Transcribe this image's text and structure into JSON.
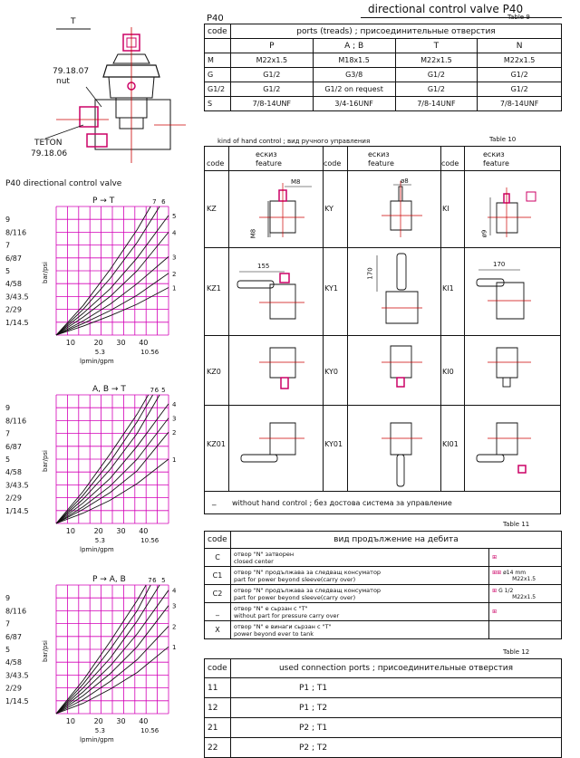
{
  "header": {
    "title": "directional control valve P40",
    "series": "P40",
    "table9_label": "Table 9"
  },
  "drawing": {
    "view_label": "T",
    "nut_code": "79.18.07",
    "nut_label": "nut",
    "teton_label": "TETON",
    "teton_code": "79.18.06"
  },
  "table9": {
    "code_header": "code",
    "title": "ports (treads) ;  присоединительные отверстия",
    "columns": [
      "P",
      "A ; B",
      "T",
      "N"
    ],
    "rows": [
      {
        "code": "M",
        "values": [
          "M22x1.5",
          "M18x1.5",
          "M22x1.5",
          "M22x1.5"
        ]
      },
      {
        "code": "G",
        "values": [
          "G1/2",
          "G3/8",
          "G1/2",
          "G1/2"
        ]
      },
      {
        "code": "G1/2",
        "values": [
          "G1/2",
          "G1/2 on request",
          "G1/2",
          "G1/2"
        ]
      },
      {
        "code": "S",
        "values": [
          "7/8-14UNF",
          "3/4-16UNF",
          "7/8-14UNF",
          "7/8-14UNF"
        ]
      }
    ]
  },
  "table10": {
    "title": "kind of hand control ;  вид ручного   управления",
    "label": "Table 10",
    "col_code": "code",
    "col_sketch_1": "ескиз",
    "col_sketch_2": "feature",
    "rows": [
      [
        "KZ",
        "KY",
        "KI"
      ],
      [
        "KZ1",
        "KY1",
        "KI1"
      ],
      [
        "KZ0",
        "KY0",
        "KI0"
      ],
      [
        "KZ01",
        "KY01",
        "KI01"
      ]
    ],
    "dims": {
      "m8_top": "M8",
      "m8_side": "M8",
      "d8": "ø8",
      "d9": "ø9",
      "d155": "155",
      "d170a": "170",
      "d170b": "170"
    },
    "footer_code": "_",
    "footer_text": "without hand control ;      без достова система за управление"
  },
  "table11": {
    "label": "Table 11",
    "code_header": "code",
    "title": "вид продължение на дебита",
    "rows": [
      {
        "code": "C",
        "line1": "отвор \"N\" затворен",
        "line2": "closed center",
        "note1": "",
        "note2": ""
      },
      {
        "code": "C1",
        "line1": "отвор \"N\" продължава за следващ консуматор",
        "line2": "part for power beyond sleeve(carry over)",
        "note1": "ø14 mm",
        "note2": "M22x1.5"
      },
      {
        "code": "C2",
        "line1": "отвор \"N\" продължава за следващ консуматор",
        "line2": "part for power beyond sleeve(carry over)",
        "note1": "G 1/2",
        "note2": "M22x1.5"
      },
      {
        "code": "_",
        "line1": "отвор \"N\" е  сьрзан с \"T\"",
        "line2": "without part for pressure carry over",
        "note1": "",
        "note2": ""
      },
      {
        "code": "X",
        "line1": "отвор \"N\" е  винаги сьрзан с \"T\"",
        "line2": "power beyond ever to tank",
        "note1": "",
        "note2": ""
      }
    ]
  },
  "table12": {
    "label": "Table 12",
    "code_header": "code",
    "title": "used connection ports ;  присоединительные отверстия",
    "rows": [
      {
        "code": "11",
        "ports": "P1 ; T1"
      },
      {
        "code": "12",
        "ports": "P1 ; T2"
      },
      {
        "code": "21",
        "ports": "P2 ; T1"
      },
      {
        "code": "22",
        "ports": "P2 ; T2"
      }
    ]
  },
  "charts_title": "P40 directional control valve",
  "chart_data": [
    {
      "type": "line",
      "title": "P  →  T",
      "ylabel": "bar/psi",
      "xlabel": "lpmin/gpm",
      "y_tick_labels": [
        "9",
        "8/116",
        "7",
        "6/87",
        "5",
        "4/58",
        "3/43.5",
        "2/29",
        "1/14.5"
      ],
      "x_tick_labels": [
        "10",
        "20",
        "30",
        "40"
      ],
      "x_sub_labels": [
        "5.3",
        "10.56"
      ],
      "xlim": [
        0,
        50
      ],
      "ylim": [
        0,
        10
      ],
      "grid": true,
      "curve_labels": [
        "7",
        "6",
        "5",
        "4",
        "3",
        "2",
        "1"
      ],
      "series": [
        {
          "name": "7",
          "values": [
            [
              0,
              0
            ],
            [
              12,
              2.3
            ],
            [
              24,
              5.1
            ],
            [
              36,
              8.2
            ],
            [
              42,
              10
            ]
          ]
        },
        {
          "name": "6",
          "values": [
            [
              0,
              0
            ],
            [
              12,
              2.0
            ],
            [
              24,
              4.4
            ],
            [
              36,
              7.2
            ],
            [
              46,
              10
            ]
          ]
        },
        {
          "name": "5",
          "values": [
            [
              0,
              0
            ],
            [
              12,
              1.7
            ],
            [
              24,
              3.6
            ],
            [
              36,
              6.0
            ],
            [
              50,
              9.3
            ]
          ]
        },
        {
          "name": "4",
          "values": [
            [
              0,
              0
            ],
            [
              12,
              1.4
            ],
            [
              24,
              3.0
            ],
            [
              36,
              5.0
            ],
            [
              50,
              8.0
            ]
          ]
        },
        {
          "name": "3",
          "values": [
            [
              0,
              0
            ],
            [
              12,
              1.1
            ],
            [
              24,
              2.4
            ],
            [
              36,
              4.0
            ],
            [
              50,
              6.1
            ]
          ]
        },
        {
          "name": "2",
          "values": [
            [
              0,
              0
            ],
            [
              12,
              0.9
            ],
            [
              24,
              1.9
            ],
            [
              36,
              3.1
            ],
            [
              50,
              4.8
            ]
          ]
        },
        {
          "name": "1",
          "values": [
            [
              0,
              0
            ],
            [
              12,
              0.7
            ],
            [
              24,
              1.5
            ],
            [
              36,
              2.4
            ],
            [
              50,
              3.7
            ]
          ]
        }
      ]
    },
    {
      "type": "line",
      "title": "A, B  →  T",
      "ylabel": "bar/psi",
      "xlabel": "lpmin/gpm",
      "y_tick_labels": [
        "9",
        "8/116",
        "7",
        "6/87",
        "5",
        "4/58",
        "3/43.5",
        "2/29",
        "1/14.5"
      ],
      "x_tick_labels": [
        "10",
        "20",
        "30",
        "40"
      ],
      "x_sub_labels": [
        "5.3",
        "10.56"
      ],
      "xlim": [
        0,
        50
      ],
      "ylim": [
        0,
        10
      ],
      "grid": true,
      "curve_labels": [
        "7",
        "6",
        "5",
        "4",
        "3",
        "2",
        "1"
      ],
      "series": [
        {
          "name": "7",
          "values": [
            [
              0,
              0
            ],
            [
              12,
              2.5
            ],
            [
              24,
              5.4
            ],
            [
              36,
              8.5
            ],
            [
              41,
              10
            ]
          ]
        },
        {
          "name": "6",
          "values": [
            [
              0,
              0
            ],
            [
              12,
              2.2
            ],
            [
              24,
              4.8
            ],
            [
              36,
              7.9
            ],
            [
              43,
              10
            ]
          ]
        },
        {
          "name": "5",
          "values": [
            [
              0,
              0
            ],
            [
              12,
              1.9
            ],
            [
              24,
              4.2
            ],
            [
              36,
              7.0
            ],
            [
              46,
              10
            ]
          ]
        },
        {
          "name": "4",
          "values": [
            [
              0,
              0
            ],
            [
              12,
              1.6
            ],
            [
              24,
              3.5
            ],
            [
              36,
              6.0
            ],
            [
              50,
              9.3
            ]
          ]
        },
        {
          "name": "3",
          "values": [
            [
              0,
              0
            ],
            [
              12,
              1.3
            ],
            [
              24,
              2.9
            ],
            [
              36,
              5.0
            ],
            [
              50,
              8.2
            ]
          ]
        },
        {
          "name": "2",
          "values": [
            [
              0,
              0
            ],
            [
              12,
              1.1
            ],
            [
              24,
              2.4
            ],
            [
              36,
              4.1
            ],
            [
              50,
              7.1
            ]
          ]
        },
        {
          "name": "1",
          "values": [
            [
              0,
              0
            ],
            [
              12,
              0.8
            ],
            [
              24,
              1.8
            ],
            [
              36,
              3.1
            ],
            [
              50,
              5.0
            ]
          ]
        }
      ]
    },
    {
      "type": "line",
      "title": "P  →  A, B",
      "ylabel": "bar/psi",
      "xlabel": "lpmin/gpm",
      "y_tick_labels": [
        "9",
        "8/116",
        "7",
        "6/87",
        "5",
        "4/58",
        "3/43.5",
        "2/29",
        "1/14.5"
      ],
      "x_tick_labels": [
        "10",
        "20",
        "30",
        "40"
      ],
      "x_sub_labels": [
        "5.3",
        "10.56"
      ],
      "xlim": [
        0,
        50
      ],
      "ylim": [
        0,
        10
      ],
      "grid": true,
      "curve_labels": [
        "7",
        "6",
        "5",
        "4",
        "3",
        "2",
        "1"
      ],
      "series": [
        {
          "name": "7",
          "values": [
            [
              0,
              0
            ],
            [
              12,
              2.6
            ],
            [
              24,
              5.6
            ],
            [
              36,
              8.8
            ],
            [
              40,
              10
            ]
          ]
        },
        {
          "name": "6",
          "values": [
            [
              0,
              0
            ],
            [
              12,
              2.3
            ],
            [
              24,
              5.0
            ],
            [
              36,
              8.0
            ],
            [
              42,
              10
            ]
          ]
        },
        {
          "name": "5",
          "values": [
            [
              0,
              0
            ],
            [
              12,
              2.0
            ],
            [
              24,
              4.3
            ],
            [
              36,
              7.2
            ],
            [
              46,
              10
            ]
          ]
        },
        {
          "name": "4",
          "values": [
            [
              0,
              0
            ],
            [
              12,
              1.7
            ],
            [
              24,
              3.7
            ],
            [
              36,
              6.2
            ],
            [
              50,
              9.6
            ]
          ]
        },
        {
          "name": "3",
          "values": [
            [
              0,
              0
            ],
            [
              12,
              1.4
            ],
            [
              24,
              3.1
            ],
            [
              36,
              5.2
            ],
            [
              50,
              8.4
            ]
          ]
        },
        {
          "name": "2",
          "values": [
            [
              0,
              0
            ],
            [
              12,
              1.1
            ],
            [
              24,
              2.5
            ],
            [
              36,
              4.2
            ],
            [
              50,
              6.8
            ]
          ]
        },
        {
          "name": "1",
          "values": [
            [
              0,
              0
            ],
            [
              12,
              0.8
            ],
            [
              24,
              1.9
            ],
            [
              36,
              3.2
            ],
            [
              50,
              5.2
            ]
          ]
        }
      ]
    }
  ]
}
